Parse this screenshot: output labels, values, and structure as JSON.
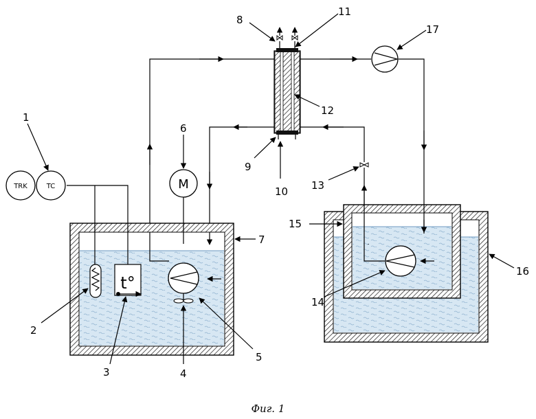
{
  "caption": "Фиг. 1",
  "controller": {
    "left_label": "TRK",
    "right_label": "TC"
  },
  "motor_label": "M",
  "thermometer_label": "t°",
  "callouts": [
    "1",
    "2",
    "3",
    "4",
    "5",
    "6",
    "7",
    "8",
    "9",
    "10",
    "11",
    "12",
    "13",
    "14",
    "15",
    "16",
    "17"
  ],
  "colors": {
    "water": "#d7e7f3",
    "wave": "#8fb2cf",
    "hatch": "#333333"
  }
}
